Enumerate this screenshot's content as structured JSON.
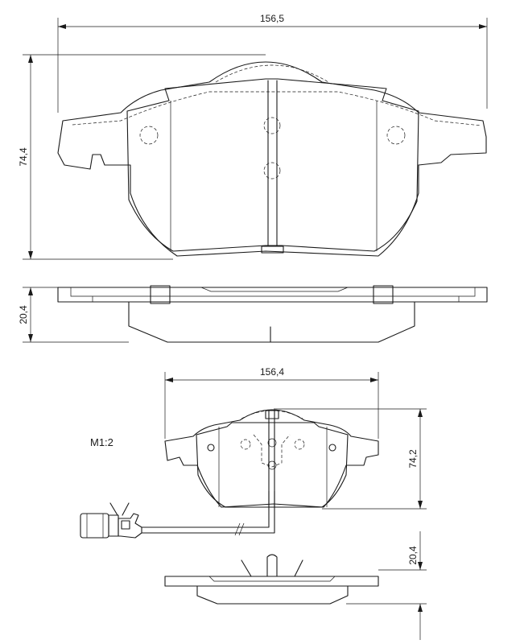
{
  "dimensions": {
    "top_width": "156,5",
    "top_height": "74,4",
    "top_thickness": "20,4",
    "bottom_width": "156,4",
    "bottom_height": "74,2",
    "bottom_thickness": "20,4"
  },
  "scale_label": "M1:2",
  "colors": {
    "line": "#1a1a1a",
    "background": "#ffffff"
  }
}
